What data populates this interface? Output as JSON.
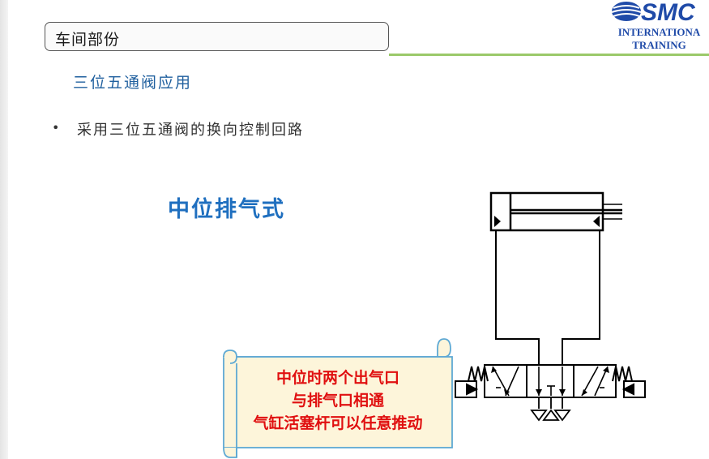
{
  "header": {
    "section_title": "车间部份",
    "logo_text": "SMC",
    "logo_sub_line1": "INTERNATIONA",
    "logo_sub_line2": "TRAINING"
  },
  "content": {
    "subtitle": "三位五通阀应用",
    "bullet": "采用三位五通阀的换向控制回路",
    "mode_title": "中位排气式"
  },
  "note": {
    "line1": "中位时两个出气口",
    "line2": "与排气口相通",
    "line3": "气缸活塞杆可以任意推动"
  },
  "colors": {
    "title_blue": "#1f6fbf",
    "note_red": "#e01010",
    "scroll_fill": "#fdf5da",
    "scroll_border": "#5ea9d4",
    "accent_green": "#9bc96a",
    "logo_blue": "#1f4aa8"
  }
}
